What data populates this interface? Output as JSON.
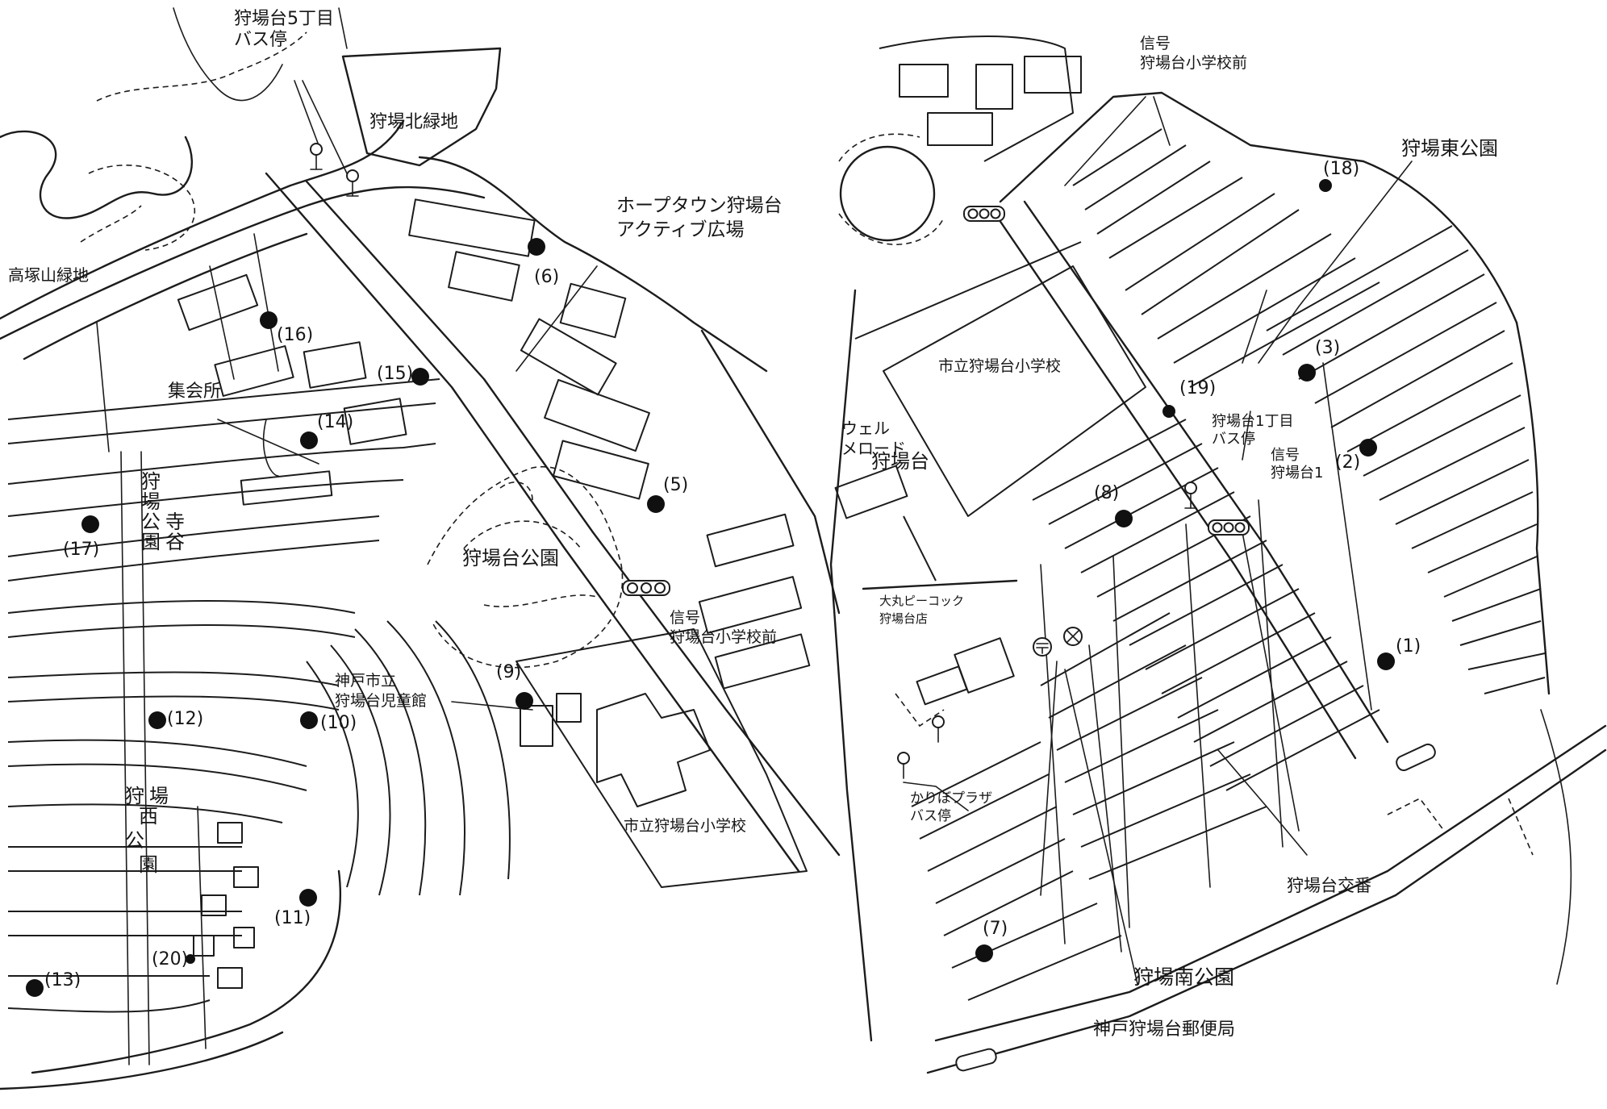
{
  "labels": {
    "bus_5chome": [
      "狩場台5丁目",
      "バス停"
    ],
    "kita_ryokuchi": "狩場北緑地",
    "takatsukayama": "高塚山緑地",
    "hope_town": [
      "ホープタウン狩場台",
      "アクティブ広場"
    ],
    "shukaisho": "集会所",
    "teradani_park": [
      "狩",
      "場",
      "寺",
      "谷",
      "公",
      "園"
    ],
    "kariba_park": "狩場台公園",
    "signal_left": [
      "信号",
      "狩場台小学校前"
    ],
    "jidokan": [
      "神戸市立",
      "狩場台児童館"
    ],
    "nishi_park": [
      "狩",
      "場",
      "西",
      "公",
      "園"
    ],
    "school_left": "市立狩場台小学校",
    "signal_top": [
      "信号",
      "狩場台小学校前"
    ],
    "higashi_park": "狩場東公園",
    "school_right": "市立狩場台小学校",
    "wellroad": [
      "ウェル",
      "メロード",
      "狩場台"
    ],
    "bus_1chome": [
      "狩場台1丁目",
      "バス停"
    ],
    "signal_right": [
      "信号",
      "狩場台1"
    ],
    "peacock": [
      "大丸ピーコック",
      "狩場台店"
    ],
    "karibo_plaza": [
      "かりぼプラザ",
      "バス停"
    ],
    "koban": "狩場台交番",
    "minami_park": "狩場南公園",
    "post_office": "神戸狩場台郵便局"
  },
  "markers": [
    {
      "id": "1",
      "label": "(1)"
    },
    {
      "id": "2",
      "label": "(2)"
    },
    {
      "id": "3",
      "label": "(3)"
    },
    {
      "id": "5",
      "label": "(5)"
    },
    {
      "id": "6",
      "label": "(6)"
    },
    {
      "id": "7",
      "label": "(7)"
    },
    {
      "id": "8",
      "label": "(8)"
    },
    {
      "id": "9",
      "label": "(9)"
    },
    {
      "id": "10",
      "label": "(10)"
    },
    {
      "id": "11",
      "label": "(11)"
    },
    {
      "id": "12",
      "label": "(12)"
    },
    {
      "id": "13",
      "label": "(13)"
    },
    {
      "id": "14",
      "label": "(14)"
    },
    {
      "id": "15",
      "label": "(15)"
    },
    {
      "id": "16",
      "label": "(16)"
    },
    {
      "id": "17",
      "label": "(17)"
    },
    {
      "id": "18",
      "label": "(18)"
    },
    {
      "id": "19",
      "label": "(19)"
    },
    {
      "id": "20",
      "label": "(20)"
    }
  ],
  "icons": {
    "traffic_signal": "traffic-light-icon",
    "bus_stop": "bus-stop-icon",
    "post": "post-office-icon",
    "police": "police-box-icon"
  }
}
